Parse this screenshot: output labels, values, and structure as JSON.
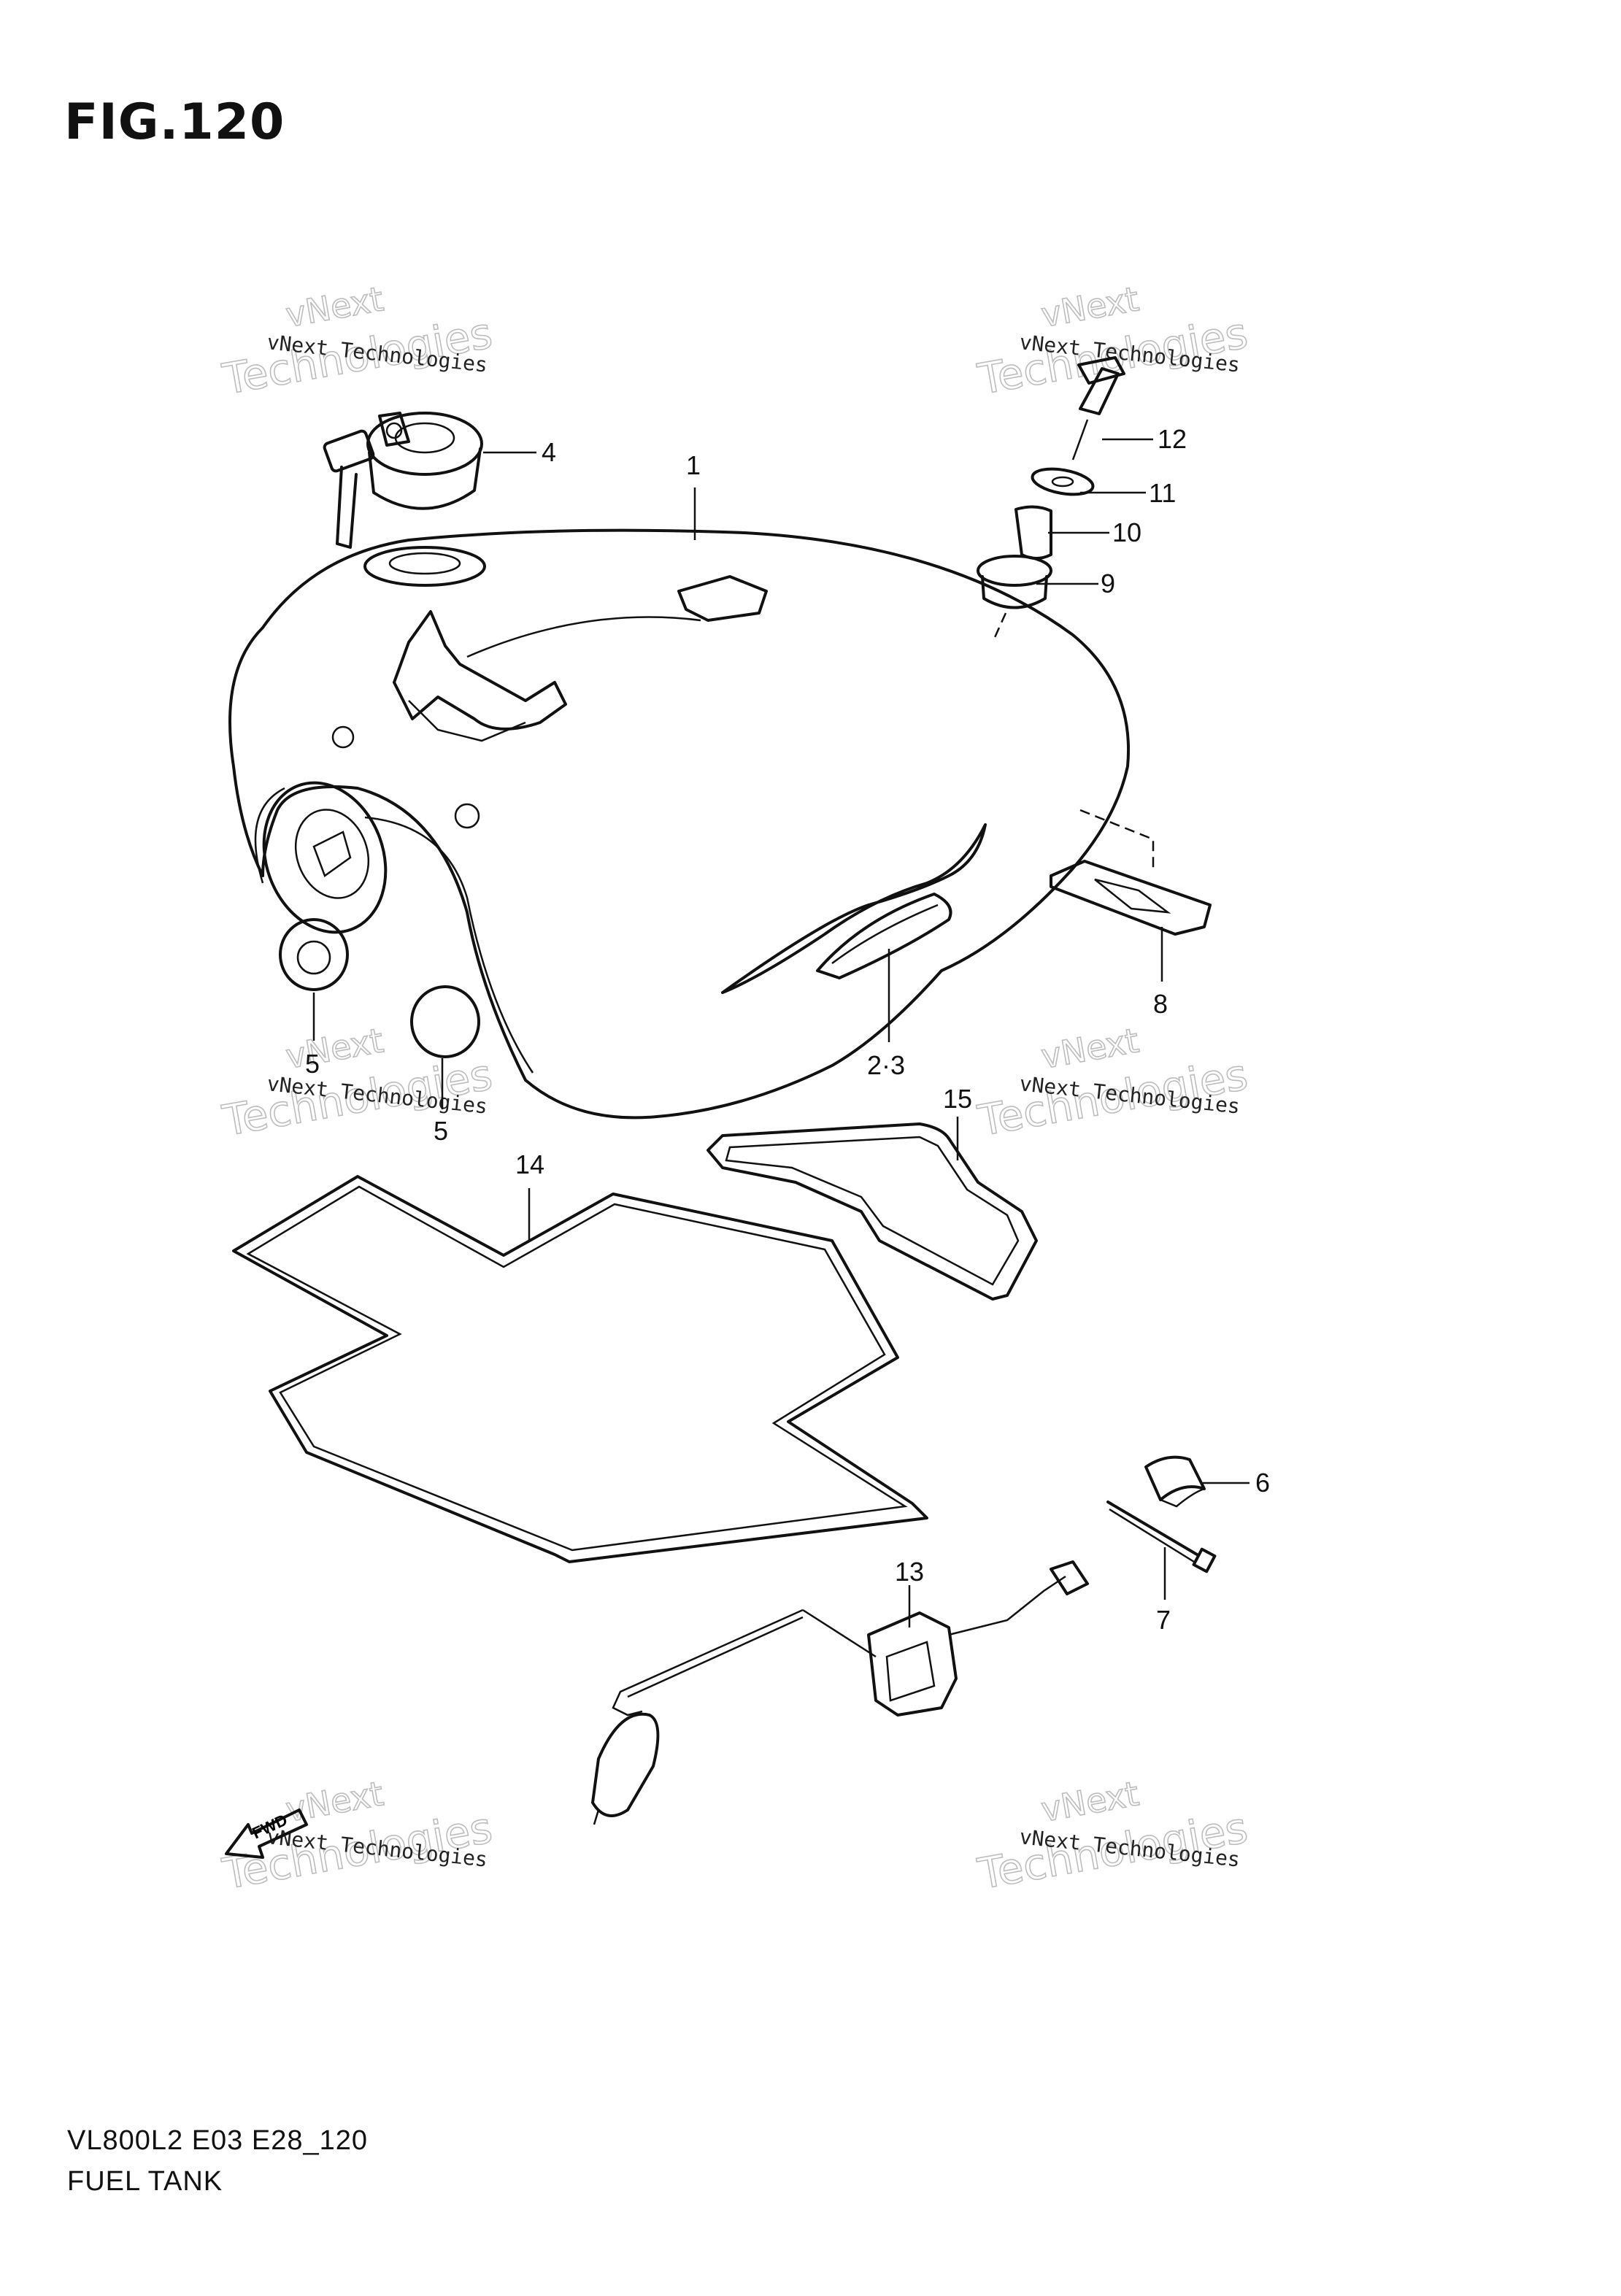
{
  "figure": {
    "title": "FIG.120"
  },
  "footer": {
    "model_code": "VL800L2 E03 E28_120",
    "section_name": "FUEL TANK"
  },
  "callouts": {
    "tank": "1",
    "emblem": "2·3",
    "cap": "4",
    "cushion_left": "5",
    "cushion_right": "5",
    "clamp": "6",
    "band": "7",
    "pad": "8",
    "grommet": "9",
    "spacer": "10",
    "washer": "11",
    "bolt": "12",
    "fuel_pump": "13",
    "gasket_large": "14",
    "gasket_small": "15"
  },
  "fwd_label": "FWD",
  "watermark": {
    "line1": "vNext",
    "line2": "Technologies",
    "caption": "vNext Technologies"
  }
}
